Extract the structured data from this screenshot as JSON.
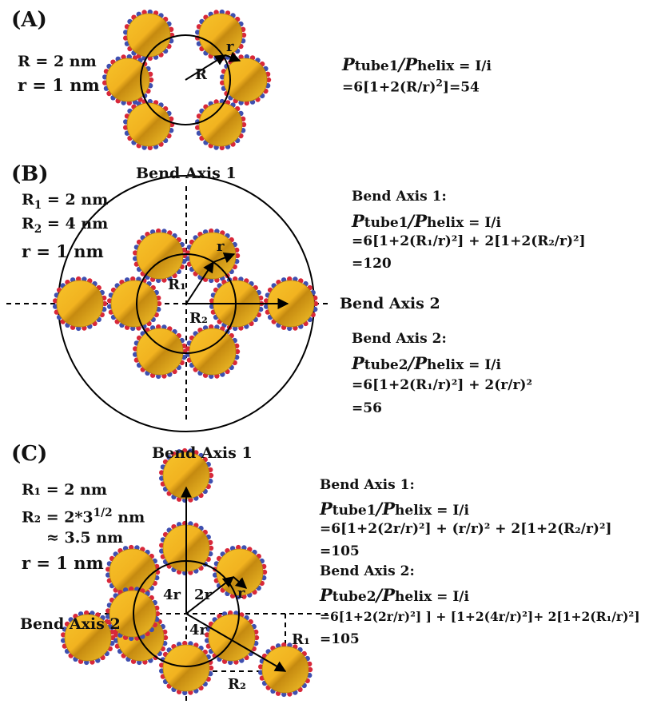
{
  "panels": {
    "A": {
      "label": "(A)",
      "params": [
        "R = 2 nm",
        "r  = 1 nm"
      ],
      "ratio_P1": "P",
      "ratio_sub1": "tube1",
      "ratio_P2": "/P",
      "ratio_sub2": "helix",
      "ratio_rest": " = I/i",
      "eq1": "=6[1+2(R/r)",
      "eq1_sup": "2",
      "eq1_end": "]=54",
      "diagram_labels": {
        "R": "R",
        "r": "r"
      }
    },
    "B": {
      "label": "(B)",
      "axis1": "Bend Axis 1",
      "axis2": "Bend Axis 2",
      "params": [
        {
          "main": "R",
          "sub": "1",
          "rest": " = 2 nm"
        },
        {
          "main": "R",
          "sub": "2",
          "rest": " = 4 nm"
        },
        {
          "main": "r",
          "sub": "",
          "rest": "  = 1 nm"
        }
      ],
      "block1": {
        "title": "Bend Axis 1:",
        "ratio_sub1": "tube1",
        "ratio_sub2": "helix",
        "ratio_rest": " = I/i",
        "line1": "=6[1+2(R₁/r)²] + 2[1+2(R₂/r)²]",
        "result": "=120"
      },
      "block2": {
        "title": "Bend Axis 2:",
        "ratio_sub1": "tube2",
        "ratio_sub2": "helix",
        "ratio_rest": " = I/i",
        "line1": "=6[1+2(R₁/r)²] + 2(r/r)²",
        "result": "=56"
      },
      "diagram_labels": {
        "R1": "R₁",
        "R2": "R₂",
        "r": "r"
      }
    },
    "C": {
      "label": "(C)",
      "axis1": "Bend Axis 1",
      "axis2": "Bend Axis 2",
      "params": [
        "R₁ = 2 nm",
        "R₂ = 2*3",
        "≈ 3.5 nm",
        "r  = 1 nm"
      ],
      "param2_sup": "1/2",
      "param2_end": " nm",
      "block1": {
        "title": "Bend Axis 1:",
        "ratio_sub1": "tube1",
        "ratio_sub2": "helix",
        "ratio_rest": " = I/i",
        "line1": "=6[1+2(2r/r)²] + (r/r)² + 2[1+2(R₂/r)²]",
        "result": "=105"
      },
      "block2": {
        "title": "Bend Axis 2:",
        "ratio_sub1": "tube2",
        "ratio_sub2": "helix",
        "ratio_rest": " = I/i",
        "line1": "=6[1+2(2r/r)²]  ] + [1+2(4r/r)²]+ 2[1+2(R₁/r)²]",
        "result": "=105"
      },
      "diagram_labels": {
        "fourR_a": "4r",
        "twoR": "2r",
        "fourR_b": "4r",
        "r": "r",
        "R1": "R₁",
        "R2": "R₂"
      }
    }
  },
  "colors": {
    "gold": "#f0b21a",
    "gold_dark": "#b8820d",
    "ring_red": "#d8283a",
    "ring_blue": "#3f4fb0"
  }
}
